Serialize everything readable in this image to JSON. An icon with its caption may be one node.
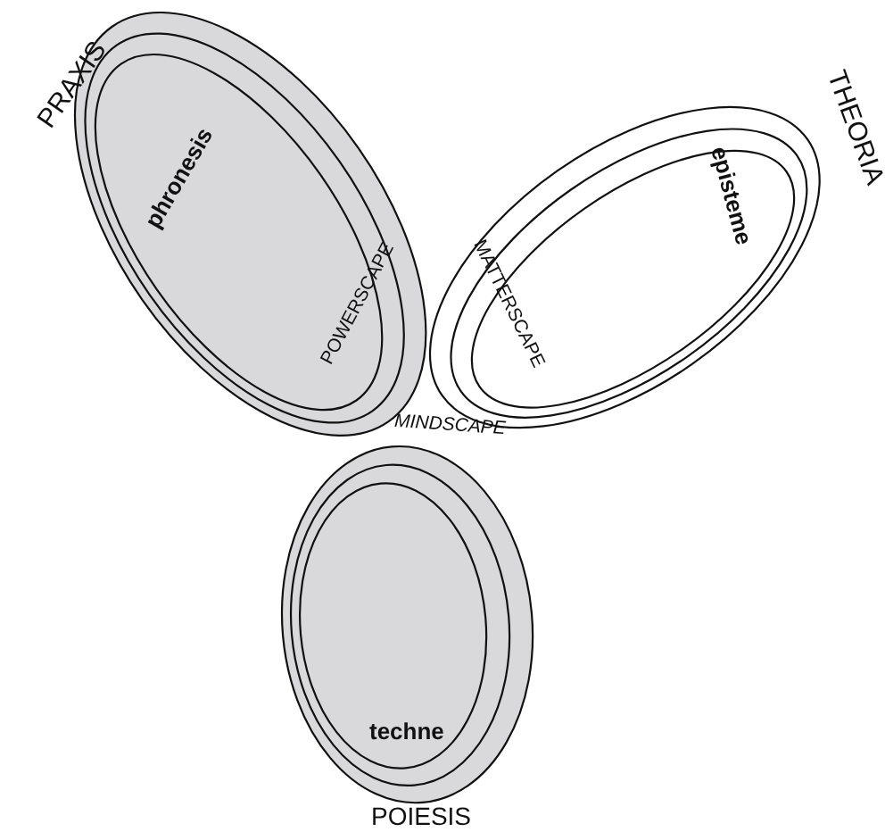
{
  "diagram": {
    "nodes": [
      {
        "text": [
          "phronesis"
        ],
        "beside": [
          "PRAXIS"
        ]
      },
      {
        "text": [
          "episteme"
        ],
        "beside": [
          "THEORIA"
        ]
      },
      {
        "text": [
          "techne"
        ],
        "beside": [
          "POIESIS"
        ]
      }
    ],
    "labels": [
      "POWERSCAPE",
      "MATTERSCAPE",
      "MINDSCAPE"
    ]
  }
}
